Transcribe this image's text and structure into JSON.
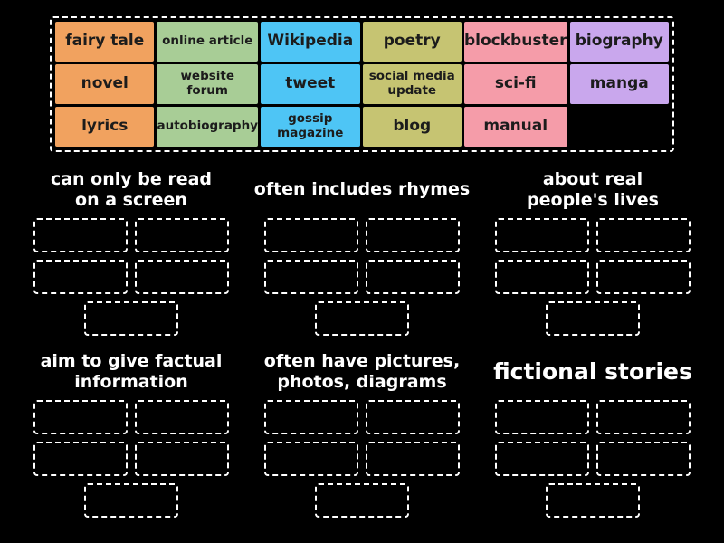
{
  "activity": {
    "type_name": "group-sort",
    "background_color": "#000000",
    "dashed_border_color": "#FFFFFF",
    "title_text_color": "#FFFFFF",
    "tile_text_color": "#1C1C1C"
  },
  "palette": {
    "orange": "#F1A25F",
    "green": "#A8CD96",
    "blue": "#4EC5F5",
    "olive": "#C6C472",
    "pink": "#F59CA9",
    "purple": "#C9A7ED"
  },
  "bank": {
    "tiles": [
      {
        "label": "fairy tale",
        "color": "orange",
        "color_hex": "#F1A25F"
      },
      {
        "label": "online article",
        "color": "green",
        "color_hex": "#A8CD96"
      },
      {
        "label": "Wikipedia",
        "color": "blue",
        "color_hex": "#4EC5F5"
      },
      {
        "label": "poetry",
        "color": "olive",
        "color_hex": "#C6C472"
      },
      {
        "label": "blockbuster",
        "color": "pink",
        "color_hex": "#F59CA9"
      },
      {
        "label": "biography",
        "color": "purple",
        "color_hex": "#C9A7ED"
      },
      {
        "label": "novel",
        "color": "orange",
        "color_hex": "#F1A25F"
      },
      {
        "label": "website\nforum",
        "color": "green",
        "color_hex": "#A8CD96"
      },
      {
        "label": "tweet",
        "color": "blue",
        "color_hex": "#4EC5F5"
      },
      {
        "label": "social media\nupdate",
        "color": "olive",
        "color_hex": "#C6C472"
      },
      {
        "label": "sci-fi",
        "color": "pink",
        "color_hex": "#F59CA9"
      },
      {
        "label": "manga",
        "color": "purple",
        "color_hex": "#C9A7ED"
      },
      {
        "label": "lyrics",
        "color": "orange",
        "color_hex": "#F1A25F"
      },
      {
        "label": "autobiography",
        "color": "green",
        "color_hex": "#A8CD96"
      },
      {
        "label": "gossip\nmagazine",
        "color": "blue",
        "color_hex": "#4EC5F5"
      },
      {
        "label": "blog",
        "color": "olive",
        "color_hex": "#C6C472"
      },
      {
        "label": "manual",
        "color": "pink",
        "color_hex": "#F59CA9"
      }
    ]
  },
  "groups": [
    {
      "title": "can only be read\non a screen",
      "slot_count": 5
    },
    {
      "title": "often includes rhymes",
      "slot_count": 5
    },
    {
      "title": "about real\npeople's lives",
      "slot_count": 5
    },
    {
      "title": "aim to give factual\ninformation",
      "slot_count": 5
    },
    {
      "title": "often have pictures,\nphotos, diagrams",
      "slot_count": 5
    },
    {
      "title": "fictional stories",
      "slot_count": 5
    }
  ]
}
